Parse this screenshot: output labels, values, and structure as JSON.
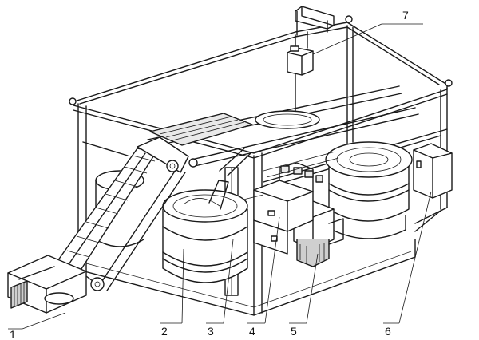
{
  "labels": [
    {
      "id": "1",
      "text": "1"
    },
    {
      "id": "2",
      "text": "2"
    },
    {
      "id": "3",
      "text": "3"
    },
    {
      "id": "4",
      "text": "4"
    },
    {
      "id": "5",
      "text": "5"
    },
    {
      "id": "6",
      "text": "6"
    },
    {
      "id": "7",
      "text": "7"
    }
  ],
  "colors": {
    "ink": "#1a1a1a",
    "background": "#ffffff"
  }
}
